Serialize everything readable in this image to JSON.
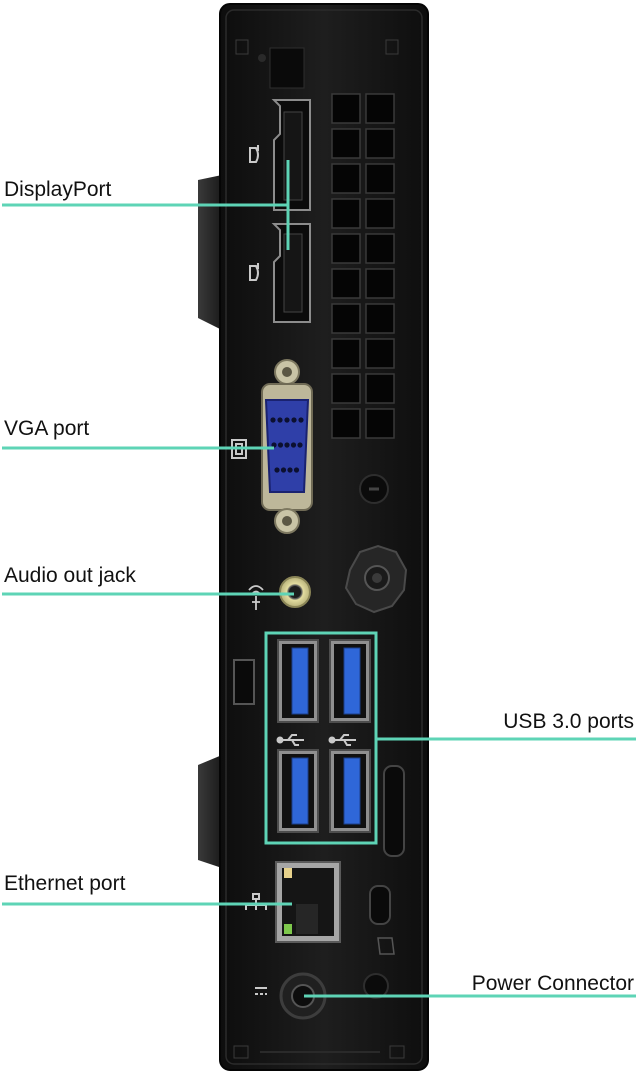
{
  "labels": {
    "displayport": "DisplayPort",
    "vga": "VGA port",
    "audio": "Audio out jack",
    "usb": "USB 3.0 ports",
    "ethernet": "Ethernet port",
    "power": "Power Connector"
  },
  "colors": {
    "callout_line": "#5ed4b6",
    "chassis": "#1c1c1c",
    "vga_blue": "#2f3fa8",
    "usb_blue": "#2f67d8",
    "audio_ring": "#d8d39a"
  },
  "icons": [
    "displayport-icon",
    "vga-icon",
    "audio-icon",
    "usb-icon",
    "ethernet-icon",
    "power-icon"
  ]
}
